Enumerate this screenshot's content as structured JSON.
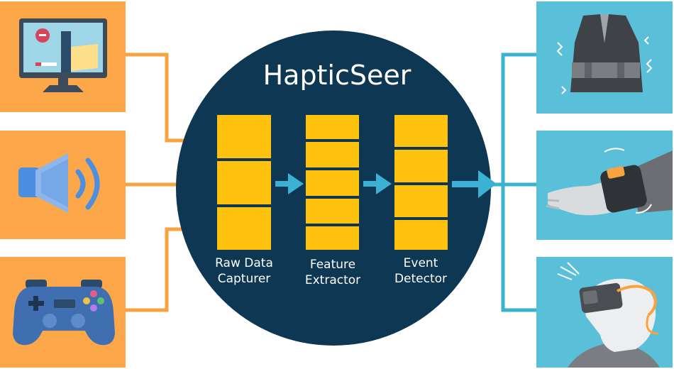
{
  "title": "HapticSeer",
  "stages": [
    {
      "line1": "Raw Data",
      "line2": "Capturer"
    },
    {
      "line1": "Feature",
      "line2": "Extractor"
    },
    {
      "line1": "Event",
      "line2": "Detector"
    }
  ],
  "inputs": [
    {
      "icon": "monitor-icon"
    },
    {
      "icon": "speaker-icon"
    },
    {
      "icon": "gamepad-icon"
    }
  ],
  "outputs": [
    {
      "icon": "haptic-vest-icon"
    },
    {
      "icon": "haptic-wristband-icon"
    },
    {
      "icon": "vr-headset-icon"
    }
  ],
  "colors": {
    "input_panel": "#FBA74A",
    "output_panel": "#5ABFD8",
    "circle": "#0D3753",
    "block": "#FFC20E",
    "arrow": "#3BB2D4",
    "input_line": "#F7A33F",
    "output_line": "#3AB3D2"
  }
}
